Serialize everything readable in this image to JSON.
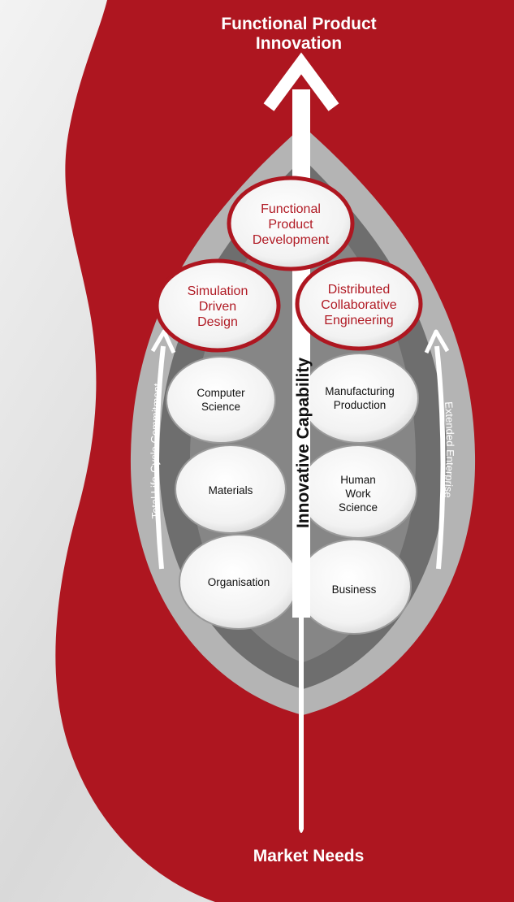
{
  "title": {
    "line1": "Functional Product",
    "line2": "Innovation"
  },
  "bottom_label": "Market Needs",
  "center_axis_label": "Innovative Capability",
  "left_arrow_label": "Total Life-Cycle Commitment",
  "right_arrow_label": "Extended Enterprise",
  "top_node": {
    "lines": [
      "Functional",
      "Product",
      "Development"
    ]
  },
  "middle_nodes": [
    {
      "id": "simulation",
      "lines": [
        "Simulation",
        "Driven",
        "Design"
      ]
    },
    {
      "id": "distributed",
      "lines": [
        "Distributed",
        "Collaborative",
        "Engineering"
      ]
    }
  ],
  "base_nodes_left": [
    {
      "id": "computer-science",
      "lines": [
        "Computer",
        "Science"
      ]
    },
    {
      "id": "materials",
      "lines": [
        "Materials"
      ]
    },
    {
      "id": "organisation",
      "lines": [
        "Organisation"
      ]
    }
  ],
  "base_nodes_right": [
    {
      "id": "manufacturing",
      "lines": [
        "Manufacturing",
        "Production"
      ]
    },
    {
      "id": "human-work",
      "lines": [
        "Human",
        "Work",
        "Science"
      ]
    },
    {
      "id": "business",
      "lines": [
        "Business"
      ]
    }
  ],
  "colors": {
    "brand_red": "#ae1620",
    "node_red_text": "#b01a24",
    "leaf_grey_outer": "#b4b4b4",
    "leaf_grey_dark": "#6e6e6e",
    "background": "#e9e9e9"
  }
}
